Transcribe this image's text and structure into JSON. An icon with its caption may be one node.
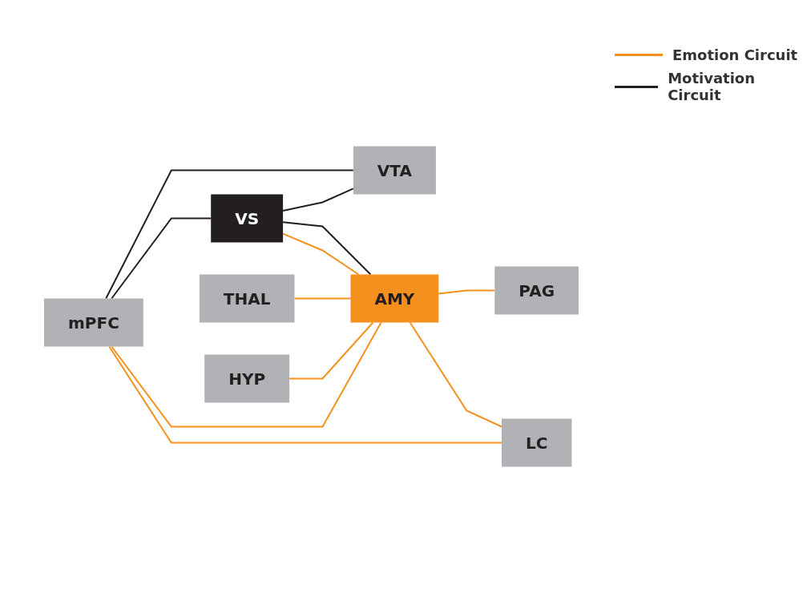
{
  "diagram": {
    "nodes": [
      {
        "text": [
          "mPFC"
        ]
      },
      {
        "text": [
          "THAL"
        ]
      },
      {
        "text": [
          "VS"
        ]
      },
      {
        "text": [
          "HYP"
        ]
      },
      {
        "text": [
          "VTA"
        ]
      },
      {
        "text": [
          "AMY"
        ]
      },
      {
        "text": [
          "PAG"
        ]
      },
      {
        "text": [
          "LC"
        ]
      }
    ],
    "edges": [
      {
        "from": 0,
        "to": 4,
        "arrow": "none",
        "color": "#231f20"
      },
      {
        "from": 0,
        "to": 2,
        "arrow": "none",
        "color": "#231f20"
      },
      {
        "from": 2,
        "to": 4,
        "arrow": "none",
        "color": "#231f20"
      },
      {
        "from": 2,
        "to": 5,
        "arrow": "none",
        "color": "#231f20"
      },
      {
        "from": 2,
        "to": 5,
        "arrow": "none"
      },
      {
        "from": 1,
        "to": 5,
        "arrow": "none"
      },
      {
        "from": 3,
        "to": 5,
        "arrow": "none"
      },
      {
        "from": 0,
        "to": 5,
        "arrow": "none"
      },
      {
        "from": 5,
        "to": 6,
        "arrow": "none"
      },
      {
        "from": 5,
        "to": 7,
        "arrow": "none"
      },
      {
        "from": 0,
        "to": 7,
        "arrow": "none"
      }
    ],
    "legend": [
      {
        "text": "Emotion Circuit"
      },
      {
        "text": "Motivation Circuit"
      }
    ]
  }
}
